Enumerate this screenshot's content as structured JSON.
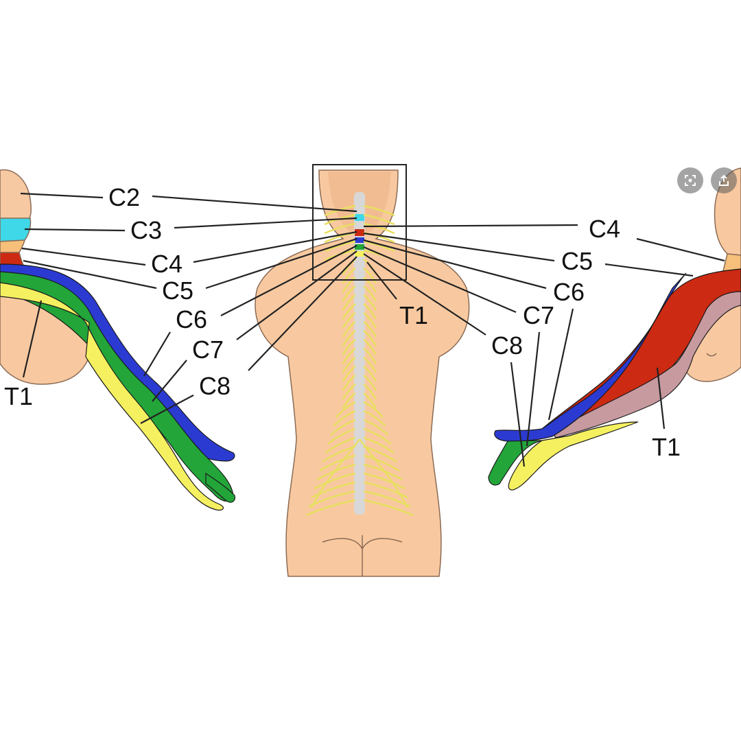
{
  "colors": {
    "skin": "#f8c9a0",
    "skin_shadow": "#efb48a",
    "C2": "#f6c9a2",
    "C3": "#3fd8e8",
    "C4": "#f6c07a",
    "C5": "#cc2a12",
    "C6": "#2b3bd1",
    "C7": "#23a53a",
    "C8": "#f5f060",
    "T1": "#c79aa0",
    "nerve": "#e8e060",
    "spine": "#d8d8d8"
  },
  "left_figure": {
    "labels": {
      "C2": "C2",
      "C3": "C3",
      "C4": "C4",
      "C5": "C5",
      "C6": "C6",
      "C7": "C7",
      "C8": "C8",
      "T1": "T1"
    }
  },
  "center_figure": {
    "labels": {
      "T1": "T1"
    }
  },
  "right_figure": {
    "labels": {
      "C4": "C4",
      "C5": "C5",
      "C6": "C6",
      "C7": "C7",
      "C8": "C8",
      "T1": "T1"
    }
  },
  "overlay": {
    "lens_icon": "lens-icon",
    "share_icon": "share-icon"
  }
}
